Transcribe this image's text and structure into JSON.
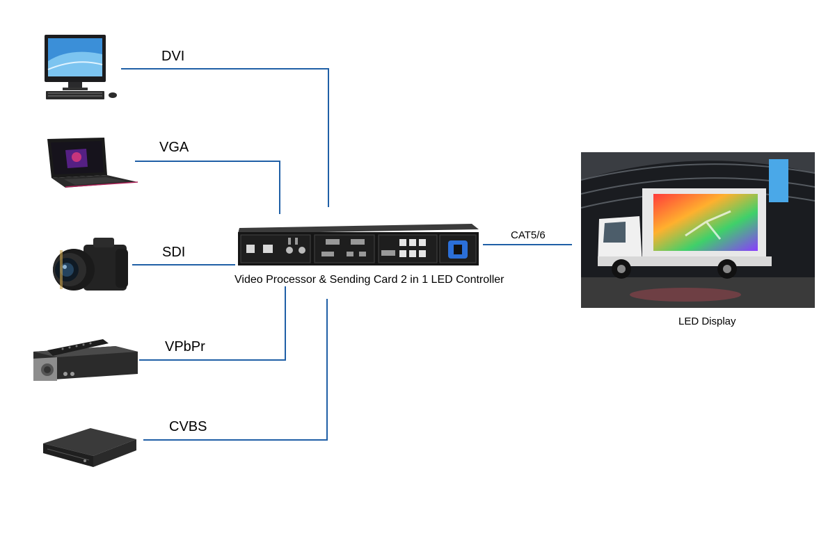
{
  "diagram": {
    "inputs": [
      {
        "label": "DVI",
        "device": "desktop-computer-icon"
      },
      {
        "label": "VGA",
        "device": "laptop-icon"
      },
      {
        "label": "SDI",
        "device": "camera-icon"
      },
      {
        "label": "VPbPr",
        "device": "set-top-box-icon"
      },
      {
        "label": "CVBS",
        "device": "dvd-player-icon"
      }
    ],
    "controller": {
      "label": "Video Processor & Sending Card 2 in 1 LED Controller"
    },
    "link": {
      "label": "CAT5/6"
    },
    "display": {
      "label": "LED Display"
    },
    "colors": {
      "connector": "#1f5fa6"
    }
  }
}
